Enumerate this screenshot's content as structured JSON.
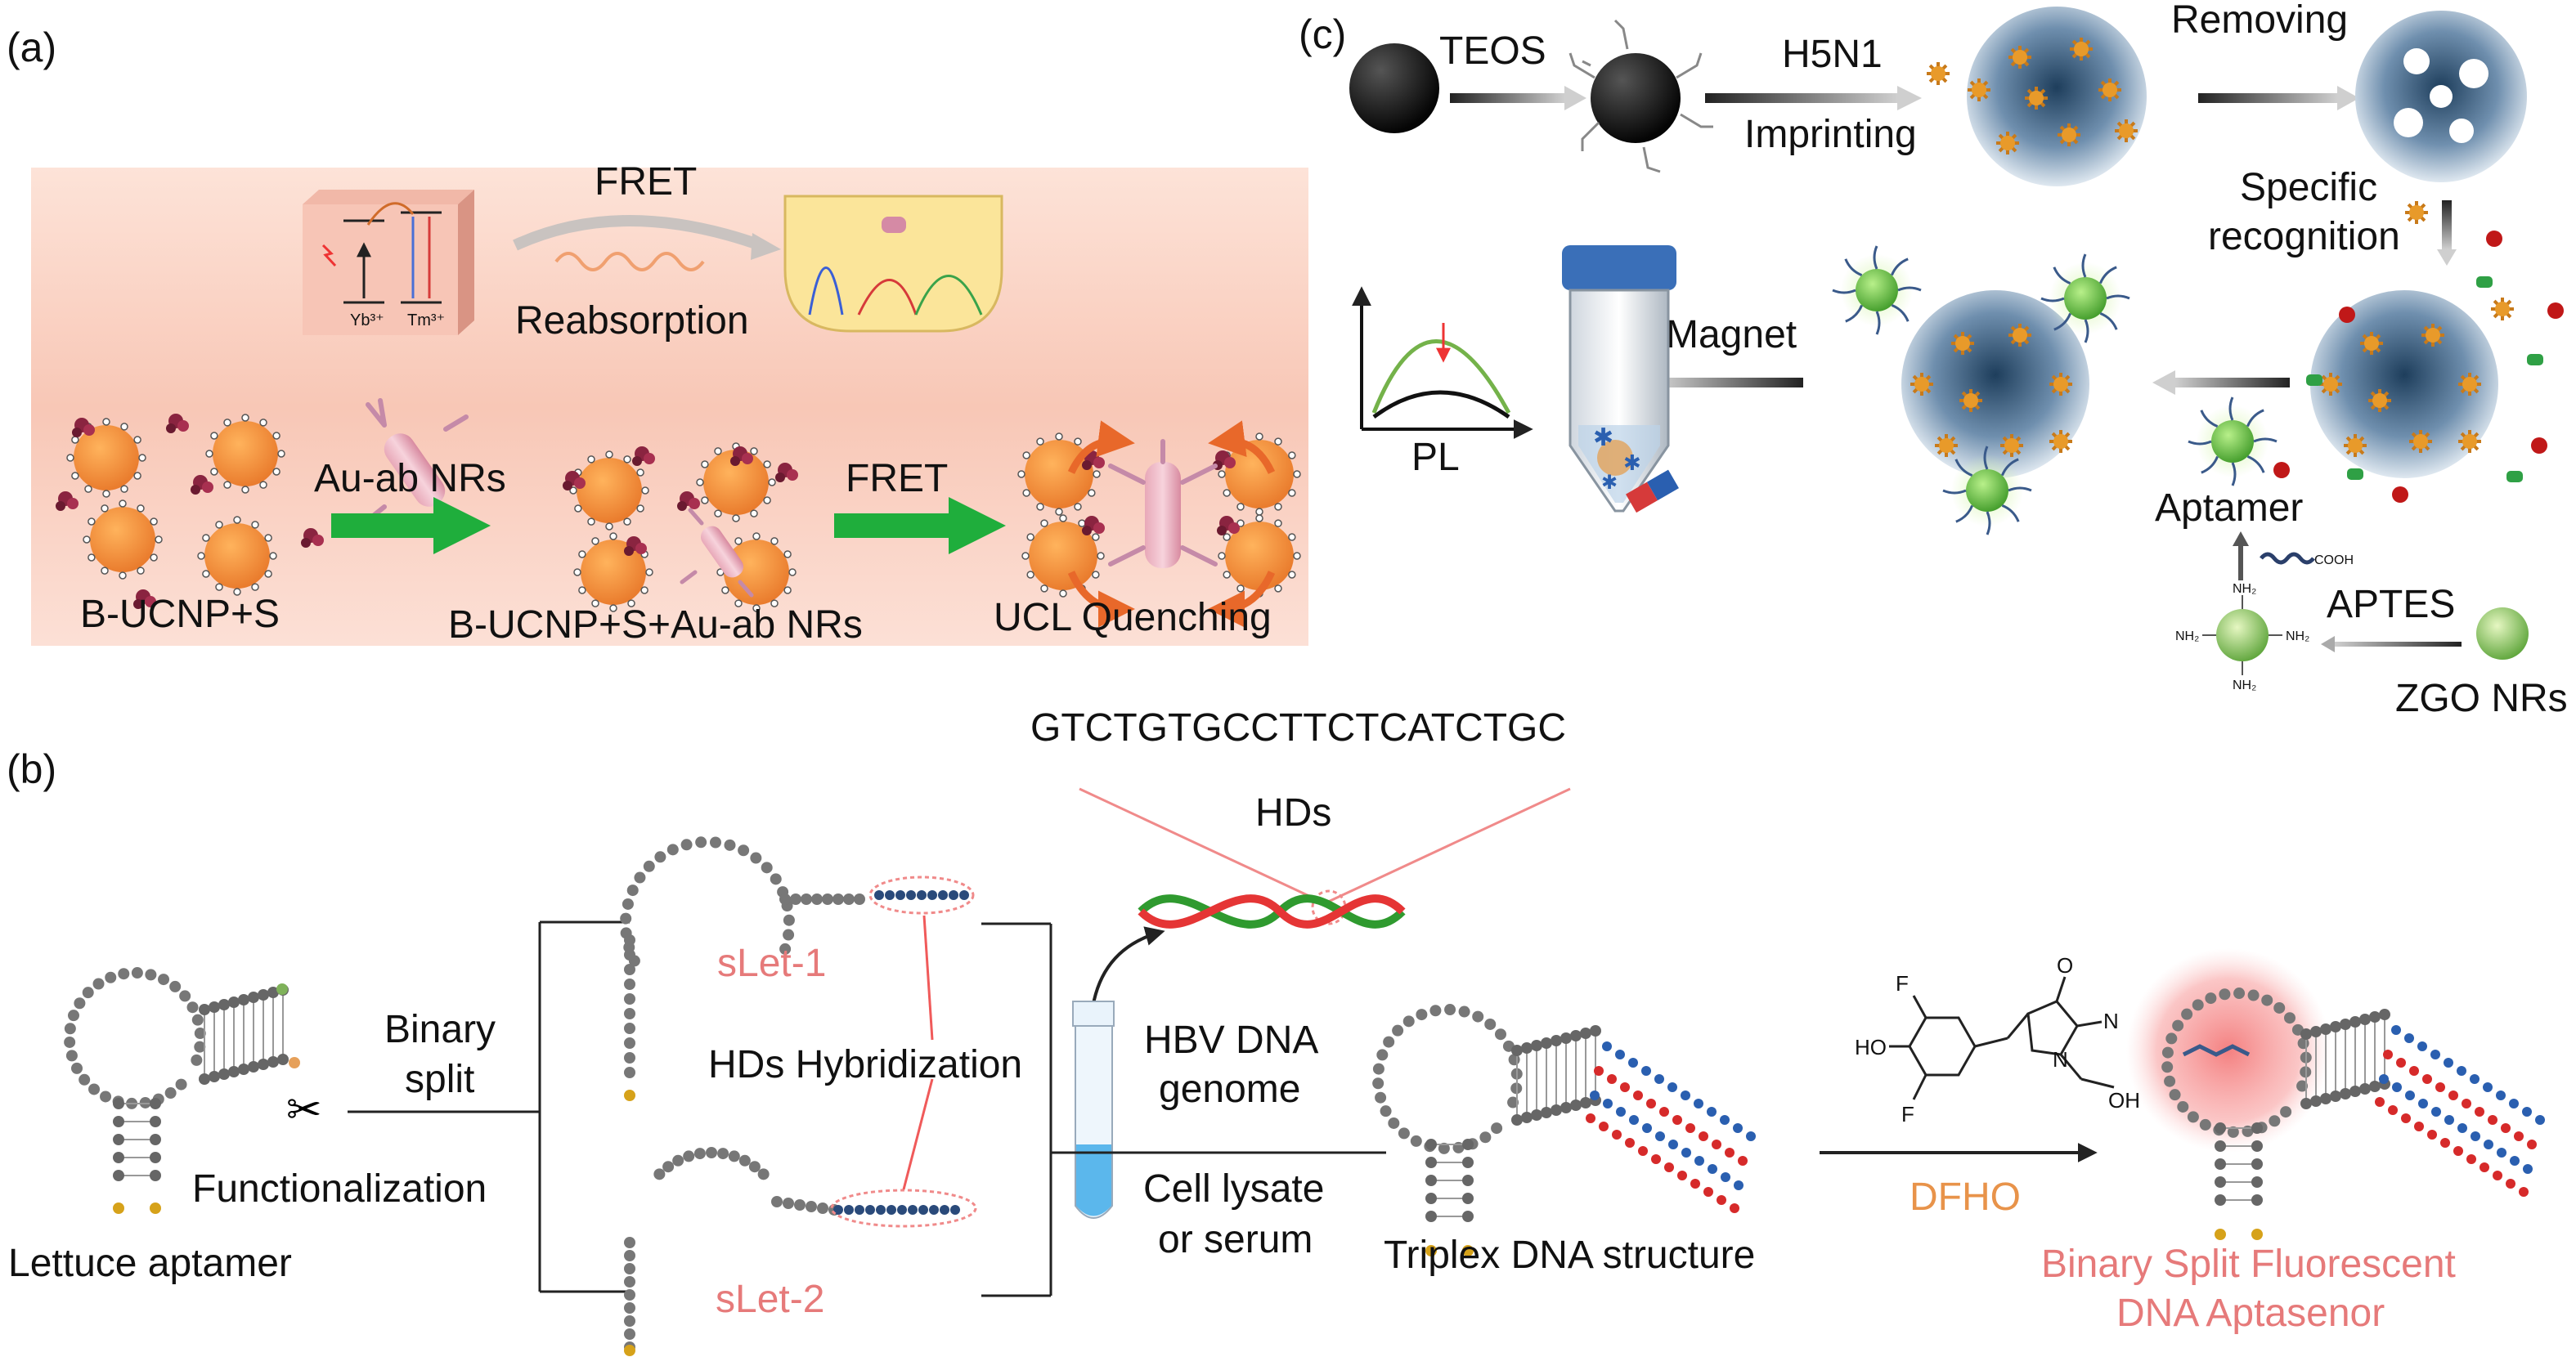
{
  "panels": {
    "a": "(a)",
    "b": "(b)",
    "c": "(c)"
  },
  "panel_a": {
    "fret_top": "FRET",
    "reabsorption": "Reabsorption",
    "yb": "Yb³⁺",
    "tm": "Tm³⁺",
    "au_ab": "Au-ab NRs",
    "fret_arrow": "FRET",
    "label1": "B-UCNP+S",
    "label2": "B-UCNP+S+Au-ab NRs",
    "label3": "UCL Quenching"
  },
  "panel_c": {
    "teos": "TEOS",
    "h5n1": "H5N1",
    "imprinting": "Imprinting",
    "removing": "Removing",
    "specific": "Specific",
    "recognition": "recognition",
    "magnet": "Magnet",
    "pl": "PL",
    "aptamer": "Aptamer",
    "cooh": "COOH",
    "aptes": "APTES",
    "zgo": "ZGO NRs",
    "nh2": "NH₂"
  },
  "panel_b": {
    "sequence": "GTCTGTGCCTTCTCATCTGC",
    "hds": "HDs",
    "binary": "Binary",
    "split": "split",
    "functionalization": "Functionalization",
    "lettuce": "Lettuce aptamer",
    "slet1": "sLet-1",
    "slet2": "sLet-2",
    "hds_hyb": "HDs Hybridization",
    "hbv1": "HBV DNA",
    "hbv2": "genome",
    "cell1": "Cell lysate",
    "cell2": "or serum",
    "triplex": "Triplex DNA structure",
    "dfho": "DFHO",
    "final1": "Binary Split Fluorescent",
    "final2": "DNA Aptasenor",
    "chem_f1": "F",
    "chem_ho": "HO",
    "chem_f2": "F",
    "chem_n1": "N",
    "chem_n2": "N",
    "chem_o": "O",
    "chem_oh": "OH"
  }
}
